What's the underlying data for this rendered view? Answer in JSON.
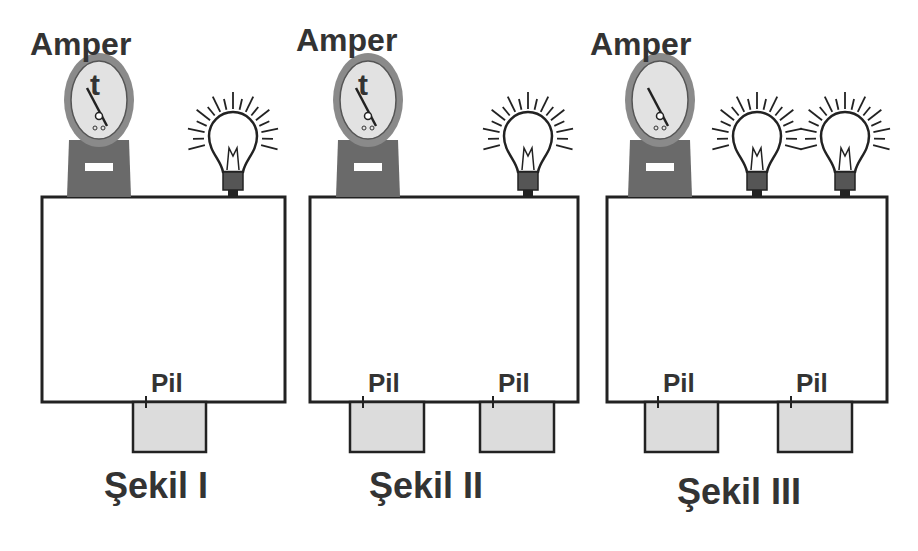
{
  "diagram": {
    "labels": [
      "Amper",
      "t",
      "Amper",
      "t",
      "Amper",
      "Pil",
      "Pil",
      "Pil",
      "Pil",
      "Pil",
      "Şekil I",
      "Şekil II",
      "Şekil III"
    ]
  }
}
